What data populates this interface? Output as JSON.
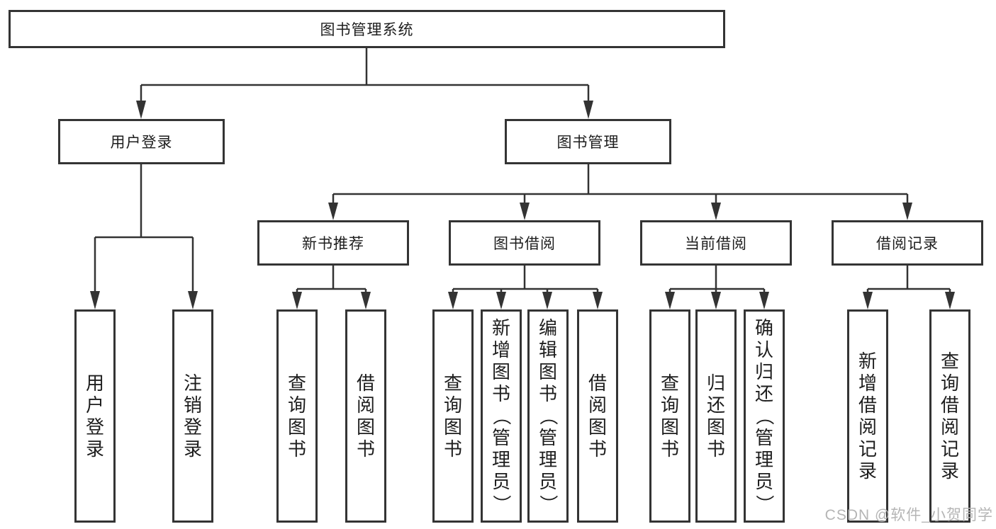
{
  "tree": {
    "root": "图书管理系统",
    "branches": [
      {
        "label": "用户登录",
        "children": [
          "用户登录",
          "注销登录"
        ]
      },
      {
        "label": "图书管理",
        "children": [
          {
            "label": "新书推荐",
            "children": [
              "查询图书",
              "借阅图书"
            ]
          },
          {
            "label": "图书借阅",
            "children": [
              "查询图书",
              "新增图书（管理员）",
              "编辑图书（管理员）",
              "借阅图书"
            ]
          },
          {
            "label": "当前借阅",
            "children": [
              "查询图书",
              "归还图书",
              "确认归还（管理员）"
            ]
          },
          {
            "label": "借阅记录",
            "children": [
              "新增借阅记录",
              "查询借阅记录"
            ]
          }
        ]
      }
    ]
  },
  "watermark": {
    "text": "CSDN @软件_小贺同学"
  },
  "colors": {
    "line": "#333333",
    "border": "#343434",
    "text": "#1d1d1d",
    "watermark": "#b5b5b5"
  }
}
